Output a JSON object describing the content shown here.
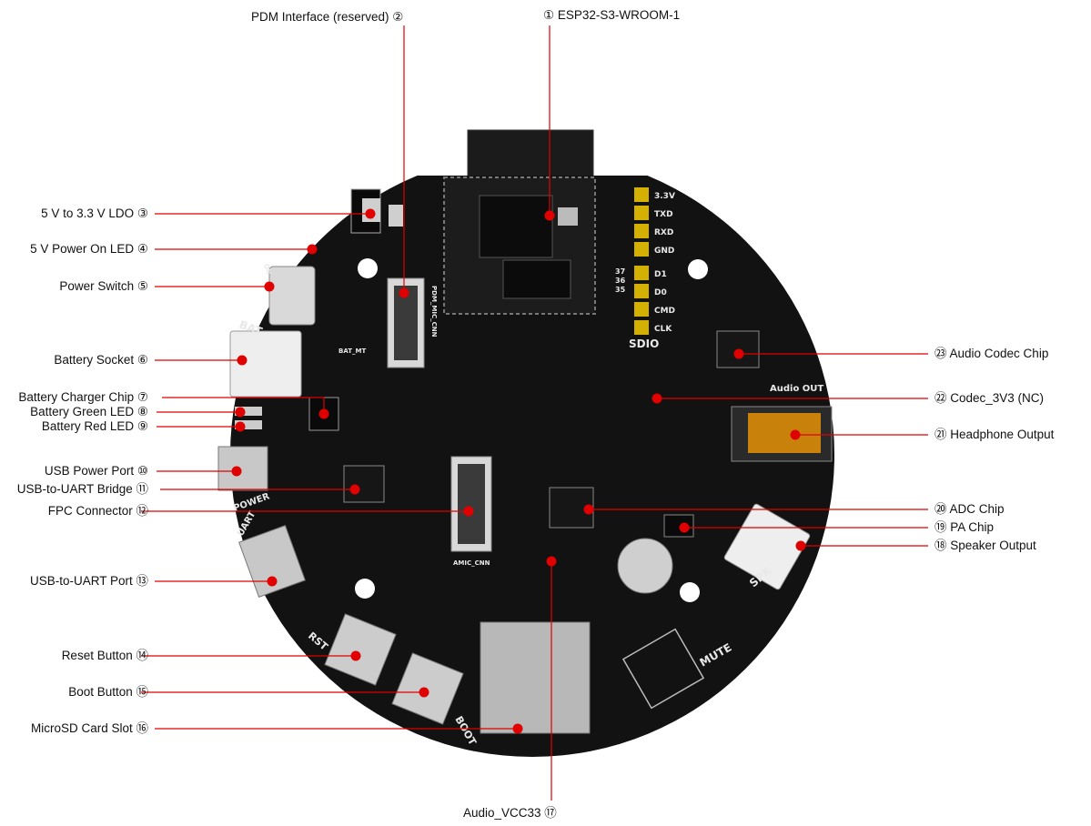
{
  "diagram": {
    "marker_color": "#e00000",
    "board_color": "#121212",
    "silkscreen": {
      "bat": "BAT",
      "power": "POWER",
      "uart": "UART",
      "rst": "RST",
      "boot": "BOOT",
      "spk": "SPK",
      "mute": "MUTE",
      "sdio": "SDIO",
      "audio_out": "Audio OUT",
      "amic_cnn": "AMIC_CNN",
      "pdm_mic_cnn": "PDM_MIC_CNN",
      "bat_mt": "BAT_MT",
      "header_top": [
        "3.3V",
        "TXD",
        "RXD",
        "GND"
      ],
      "header_bottom": [
        "D1",
        "D0",
        "CMD",
        "CLK"
      ],
      "pins": [
        "37",
        "36",
        "35"
      ],
      "on": "ON"
    },
    "callouts": [
      {
        "id": "esp32",
        "label": "① ESP32-S3-WROOM-1"
      },
      {
        "id": "pdm",
        "label": "PDM Interface (reserved) ②"
      },
      {
        "id": "ldo",
        "label": "5 V to 3.3 V LDO ③"
      },
      {
        "id": "power-led",
        "label": "5 V Power On LED ④"
      },
      {
        "id": "power-switch",
        "label": "Power Switch ⑤"
      },
      {
        "id": "battery-socket",
        "label": "Battery Socket ⑥"
      },
      {
        "id": "charger",
        "label": "Battery Charger Chip ⑦"
      },
      {
        "id": "green-led",
        "label": "Battery Green LED ⑧"
      },
      {
        "id": "red-led",
        "label": "Battery Red LED ⑨"
      },
      {
        "id": "usb-power",
        "label": "USB Power Port ⑩"
      },
      {
        "id": "uart-bridge",
        "label": "USB-to-UART Bridge ⑪"
      },
      {
        "id": "fpc",
        "label": "FPC Connector ⑫"
      },
      {
        "id": "uart-port",
        "label": "USB-to-UART Port ⑬"
      },
      {
        "id": "reset",
        "label": "Reset Button ⑭"
      },
      {
        "id": "boot",
        "label": "Boot Button ⑮"
      },
      {
        "id": "microsd",
        "label": "MicroSD Card Slot ⑯"
      },
      {
        "id": "audio-vcc",
        "label": "Audio_VCC33 ⑰"
      },
      {
        "id": "speaker",
        "label": "⑱ Speaker Output"
      },
      {
        "id": "pa",
        "label": "⑲ PA Chip"
      },
      {
        "id": "adc",
        "label": "⑳ ADC Chip"
      },
      {
        "id": "headphone",
        "label": "㉑ Headphone Output"
      },
      {
        "id": "codec-3v3",
        "label": "㉒ Codec_3V3 (NC)"
      },
      {
        "id": "codec-chip",
        "label": "㉓ Audio Codec Chip"
      }
    ]
  }
}
